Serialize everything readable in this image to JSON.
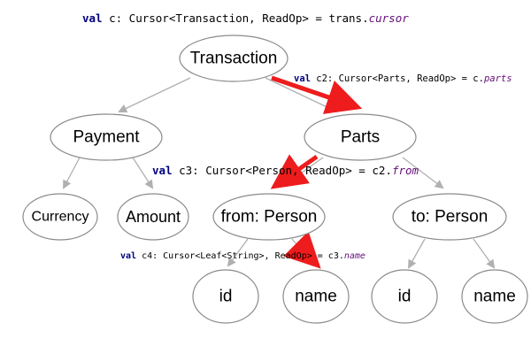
{
  "colors": {
    "highlight": "#ee1c1c",
    "edge": "#b0b0b0",
    "node_border": "#8a8a8a",
    "code_keyword": "#000080",
    "code_accessor": "#660e7a"
  },
  "nodes": {
    "transaction": "Transaction",
    "payment": "Payment",
    "parts": "Parts",
    "currency": "Currency",
    "amount": "Amount",
    "from_person": "from: Person",
    "to_person": "to: Person",
    "from_id": "id",
    "from_name": "name",
    "to_id": "id",
    "to_name": "name"
  },
  "annotations": {
    "c": {
      "keyword": "val",
      "declaration": " c: Cursor<Transaction, ReadOp> = trans.",
      "accessor": "cursor"
    },
    "c2": {
      "keyword": "val",
      "declaration": " c2: Cursor<Parts, ReadOp> = c.",
      "accessor": "parts"
    },
    "c3": {
      "keyword": "val",
      "declaration": " c3: Cursor<Person, ReadOp> = c2.",
      "accessor": "from"
    },
    "c4": {
      "keyword": "val",
      "declaration": " c4: Cursor<Leaf<String>, ReadOp> = c3.",
      "accessor": "name"
    }
  }
}
